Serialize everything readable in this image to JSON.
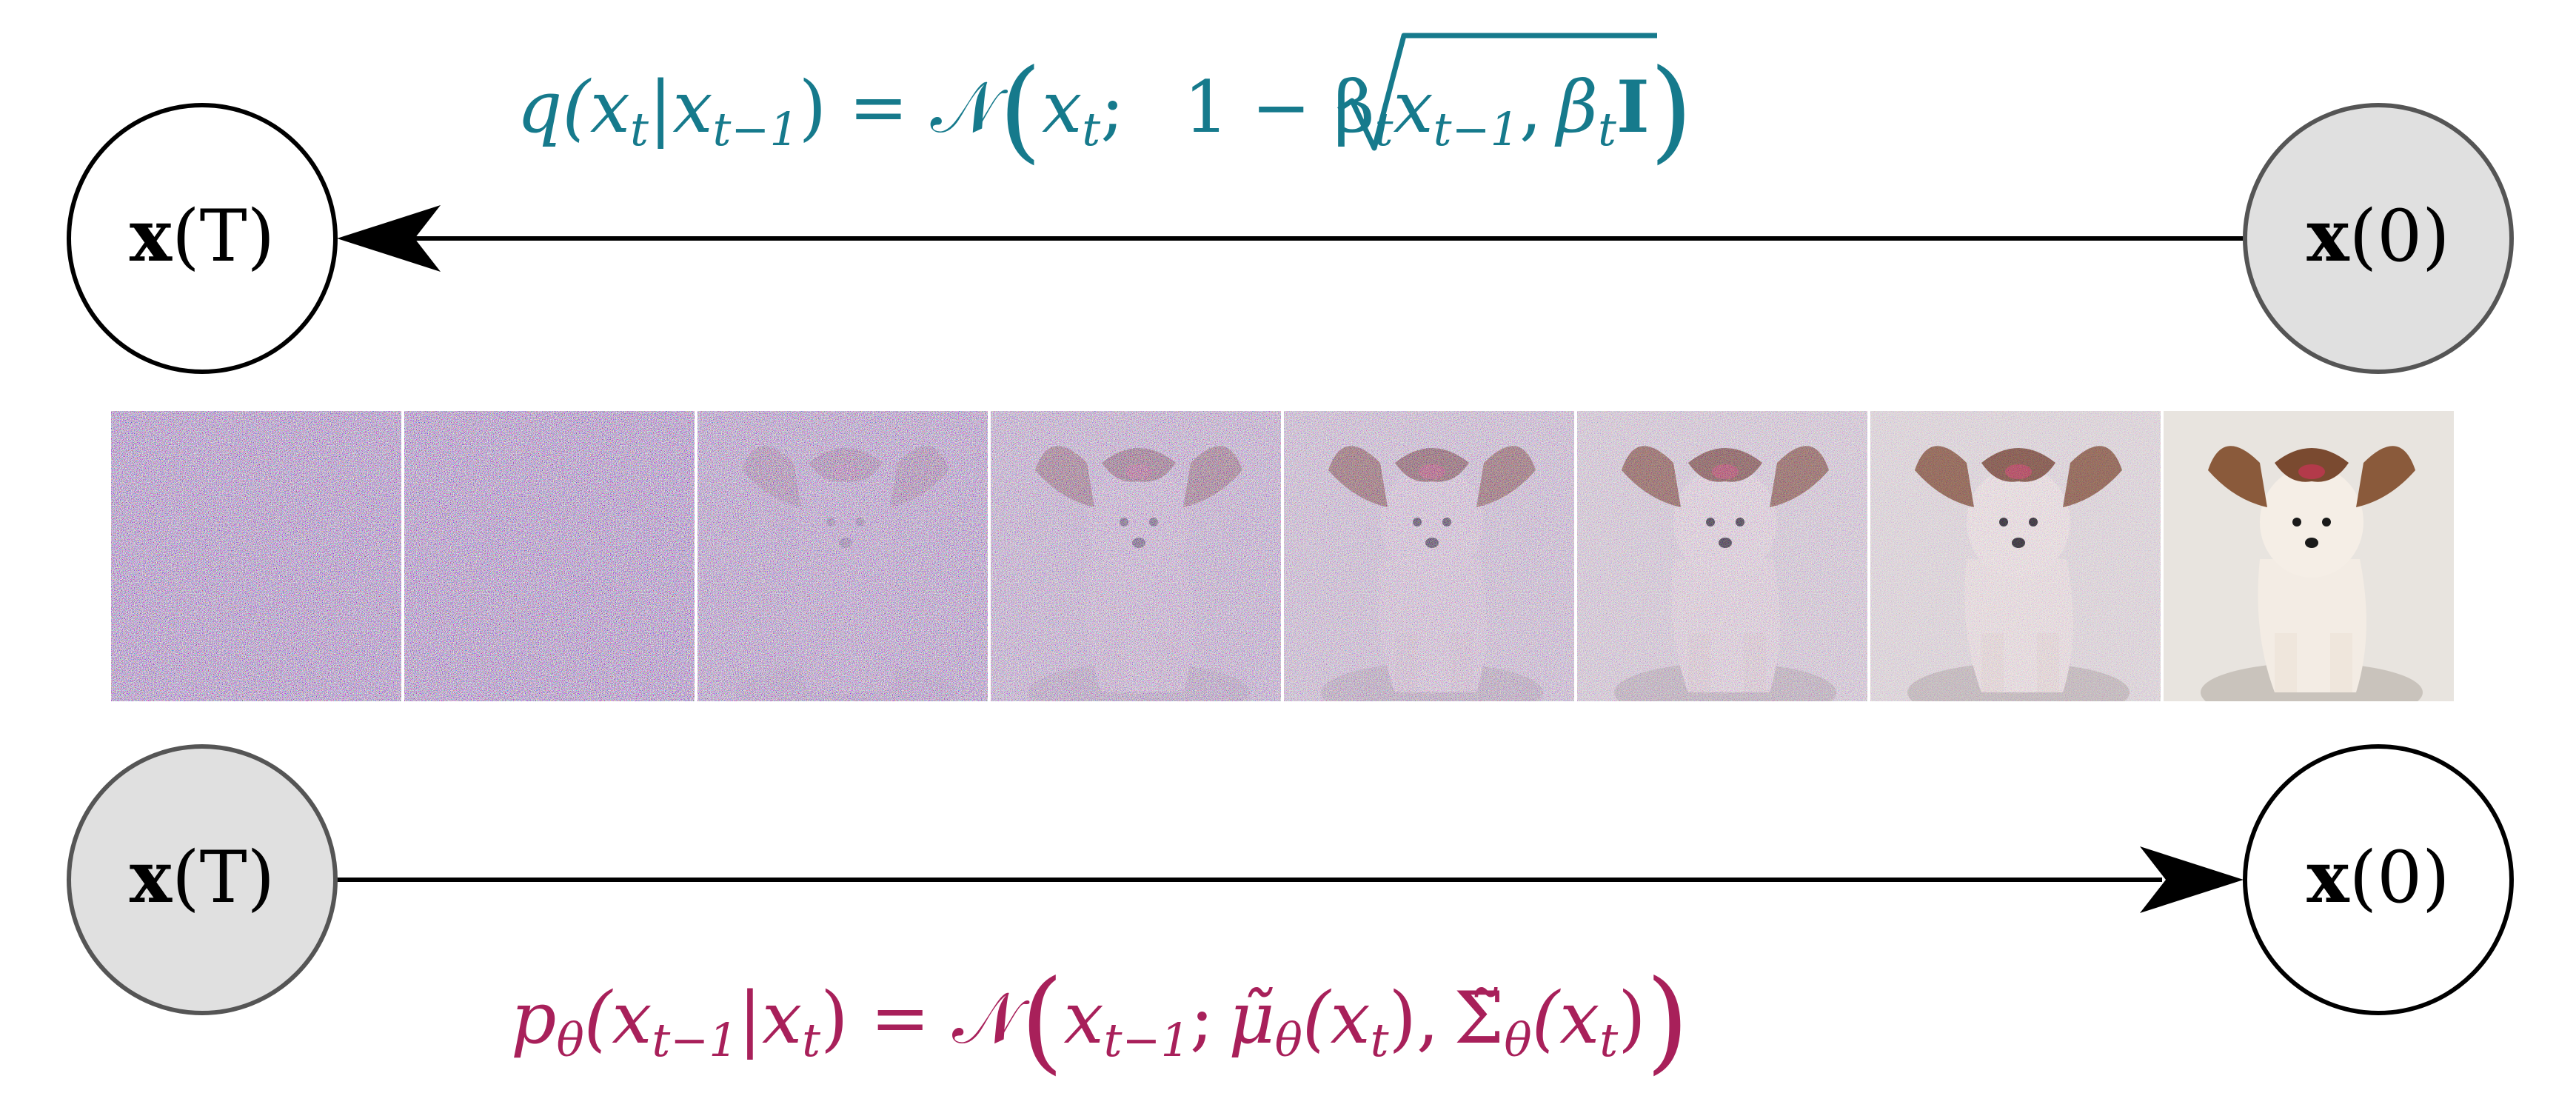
{
  "colors": {
    "forward": "#167a8c",
    "reverse": "#a8205a",
    "node_fill_gray": "#e0e0e0",
    "node_fill_white": "#ffffff",
    "node_stroke": "#000000",
    "arrow": "#000000"
  },
  "forward_process": {
    "equation_parts": {
      "lhs": "q(x",
      "lhs_sub_t": "t",
      "lhs_bar": "|x",
      "lhs_sub_t1": "t−1",
      "lhs_close": ")",
      "equals": "=",
      "normal": "𝒩",
      "arg1": "x",
      "arg1_sub": "t",
      "semicolon": ";",
      "sqrt_body": "1 − β",
      "sqrt_sub": "t",
      "after_sqrt": "x",
      "after_sqrt_sub": "t−1",
      "comma": ",",
      "beta": "β",
      "beta_sub": "t",
      "identity": "I"
    },
    "from_node": "x(0)",
    "to_node": "x(T)"
  },
  "reverse_process": {
    "equation_parts": {
      "p": "p",
      "p_sub": "θ",
      "open": "(x",
      "x_sub_t1": "t−1",
      "bar": "|x",
      "x_sub_t": "t",
      "close": ")",
      "equals": "=",
      "normal": "𝒩",
      "arg1": "x",
      "arg1_sub": "t−1",
      "semicolon": ";",
      "mu": "μ̃",
      "mu_sub": "θ",
      "mu_arg": "(x",
      "mu_arg_sub": "t",
      "mu_arg_close": "),",
      "sigma": "Σ̃",
      "sigma_sub": "θ",
      "sigma_arg": "(x",
      "sigma_arg_sub": "t",
      "sigma_arg_close": ")"
    },
    "from_node": "x(T)",
    "to_node": "x(0)"
  },
  "node_labels": {
    "x_bold": "x",
    "T_paren": "(T)",
    "zero_paren": "(0)"
  },
  "image_strip": {
    "frames": [
      {
        "noise_level": 1.0
      },
      {
        "noise_level": 0.95
      },
      {
        "noise_level": 0.85
      },
      {
        "noise_level": 0.7
      },
      {
        "noise_level": 0.55
      },
      {
        "noise_level": 0.4
      },
      {
        "noise_level": 0.22
      },
      {
        "noise_level": 0.0
      }
    ]
  }
}
